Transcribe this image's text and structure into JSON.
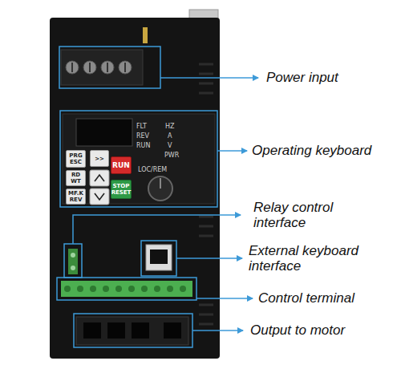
{
  "diagram": {
    "nodes": [
      {
        "text": [
          "PRG ESC"
        ]
      },
      {
        "text": [
          ">>"
        ]
      },
      {
        "text": [
          "RD WT"
        ]
      },
      {
        "text": [
          "MF.K REV"
        ]
      },
      {
        "text": [
          "RUN"
        ]
      },
      {
        "text": [
          "STOP RESET"
        ]
      }
    ],
    "labels": [
      "FLT",
      "REV",
      "RUN",
      "HZ",
      "A",
      "V",
      "PWR",
      "LOC/REM",
      "Power input",
      "Operating keyboard",
      "Relay control interface",
      "External keyboard interface",
      "Control terminal",
      "Output to motor"
    ]
  }
}
